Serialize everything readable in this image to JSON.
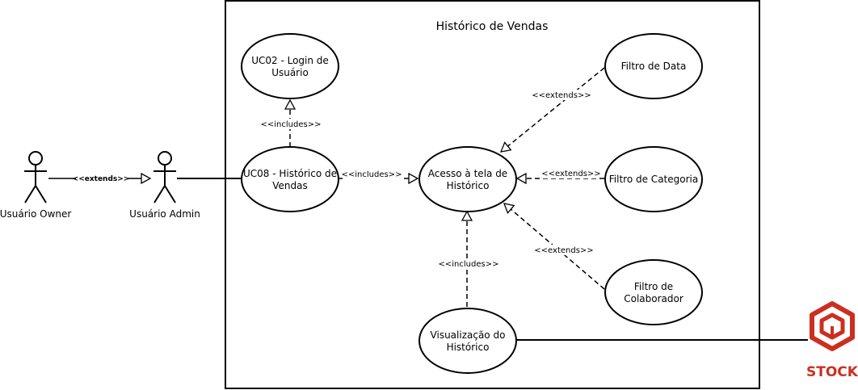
{
  "system": {
    "title": "Histórico de Vendas"
  },
  "actors": {
    "owner": "Usuário Owner",
    "admin": "Usuário Admin"
  },
  "use_cases": {
    "login": [
      "UC02 - Login de",
      "Usuário"
    ],
    "historico": [
      "UC08 - Histórico de",
      "Vendas"
    ],
    "acesso": [
      "Acesso à tela de",
      "Histórico"
    ],
    "visualizacao": [
      "Visualização do",
      "Histórico"
    ],
    "filtro_data": [
      "Filtro de Data"
    ],
    "filtro_categoria": [
      "Filtro de Categoria"
    ],
    "filtro_colaborador": [
      "Filtro de",
      "Colaborador"
    ]
  },
  "relations": {
    "owner_admin": "<<extends>>",
    "hist_login": "<<includes>>",
    "hist_acesso": "<<includes>>",
    "vis_acesso": "<<includes>>",
    "data_acesso": "<<extends>>",
    "categoria_acesso": "<<extends>>",
    "colaborador_acesso": "<<extends>>"
  },
  "logo": {
    "text": "STOCK",
    "color": "#cc2f1f"
  }
}
